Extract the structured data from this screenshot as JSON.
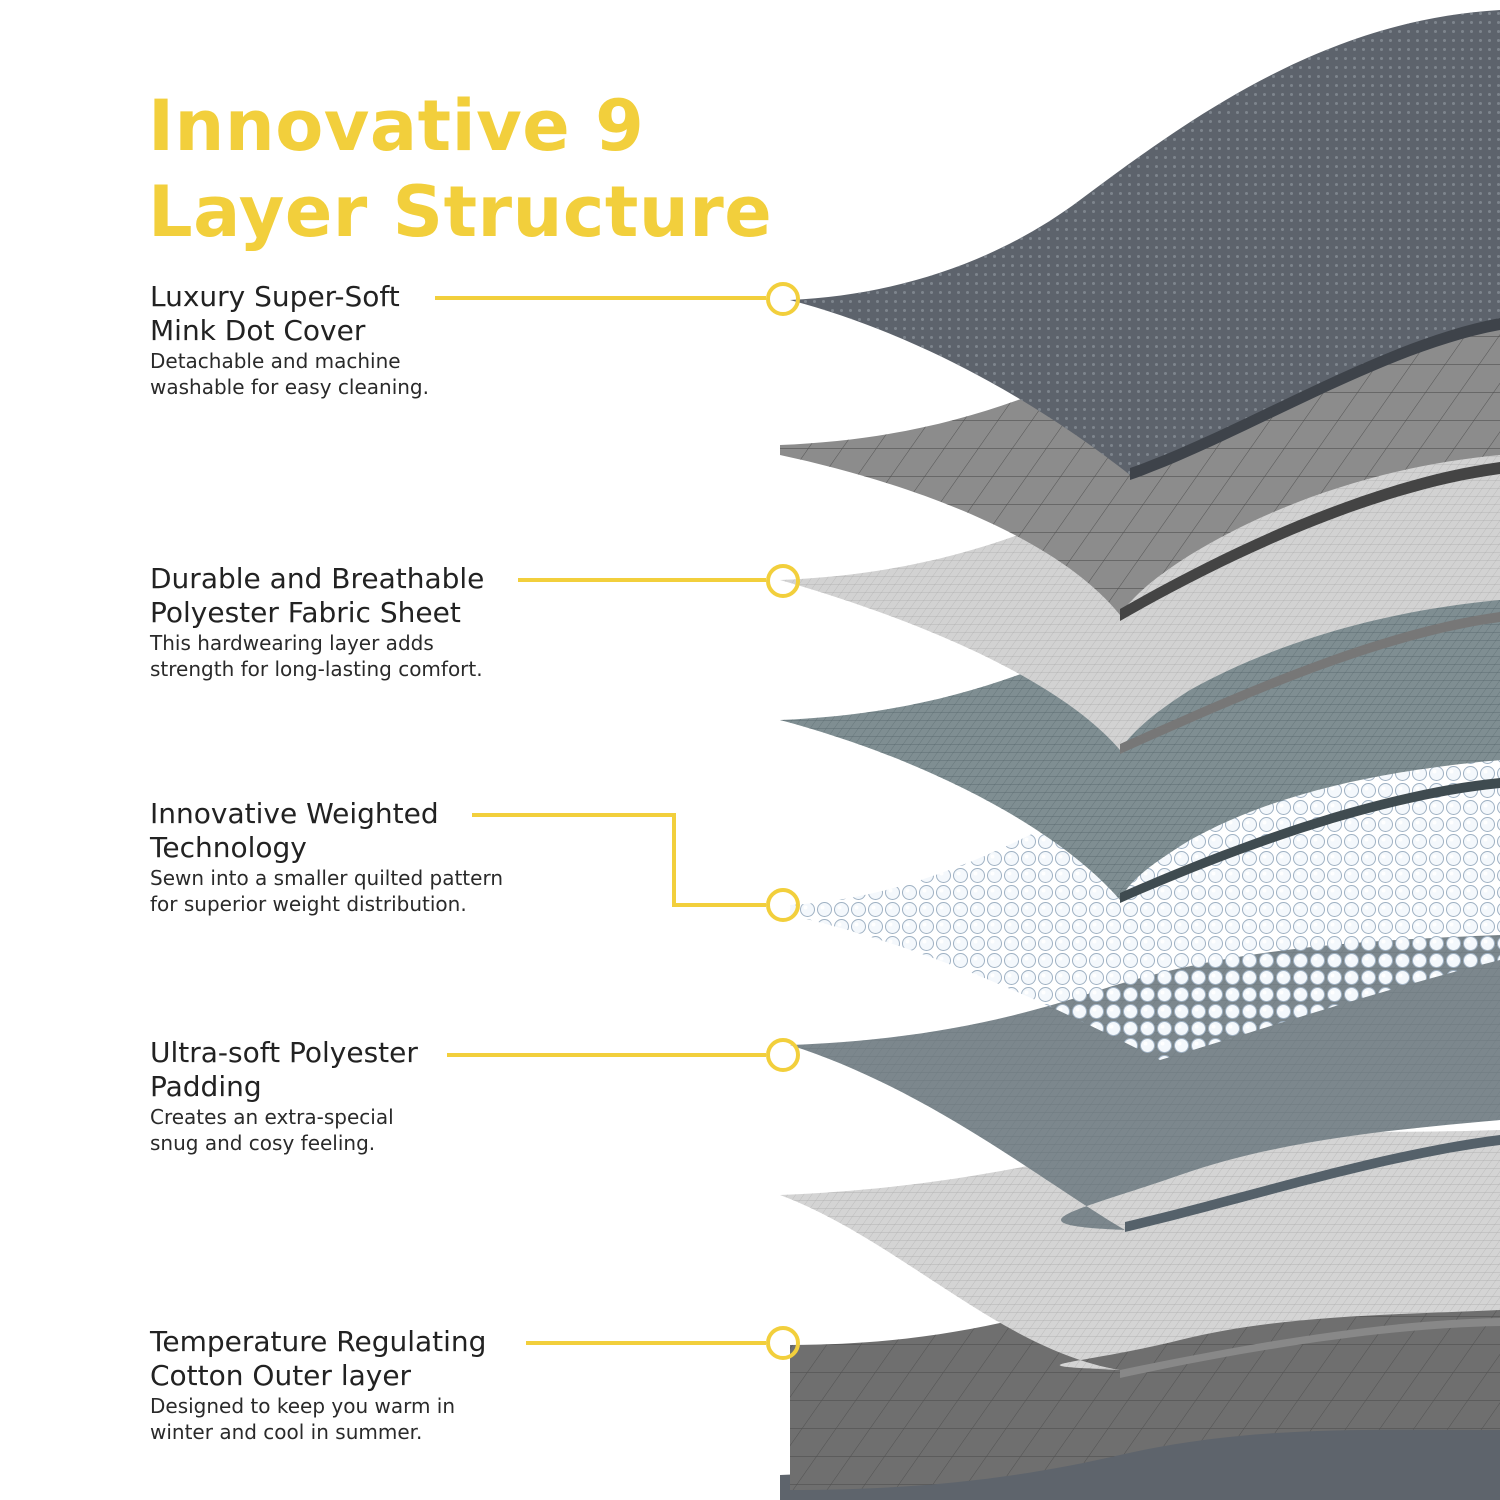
{
  "title": {
    "line1": "Innovative 9",
    "line2": "Layer Structure"
  },
  "features": [
    {
      "heading_l1": "Luxury Super-Soft",
      "heading_l2": "Mink Dot Cover",
      "desc_l1": "Detachable and machine",
      "desc_l2": "washable for easy cleaning."
    },
    {
      "heading_l1": "Durable and Breathable",
      "heading_l2": "Polyester Fabric Sheet",
      "desc_l1": "This hardwearing layer adds",
      "desc_l2": "strength for long-lasting comfort."
    },
    {
      "heading_l1": "Innovative Weighted",
      "heading_l2": "Technology",
      "desc_l1": "Sewn into a smaller quilted pattern",
      "desc_l2": "for superior weight distribution."
    },
    {
      "heading_l1": "Ultra-soft Polyester",
      "heading_l2": "Padding",
      "desc_l1": "Creates an extra-special",
      "desc_l2": "snug and cosy feeling."
    },
    {
      "heading_l1": "Temperature Regulating",
      "heading_l2": "Cotton Outer layer",
      "desc_l1": "Designed to keep you warm in",
      "desc_l2": "winter and cool in summer."
    }
  ],
  "colors": {
    "accent": "#f2cf3c",
    "heading_text": "#222222",
    "body_text": "#2a2a2a",
    "mink_dot_layer": "#5d636c",
    "grid_layer": "#8a8a8a",
    "light_fabric_layer": "#cfcfcf",
    "teal_fabric_layer": "#7a8a8e",
    "bead_layer": "#e8f0f7",
    "padding_layer": "#79858c",
    "outer_cotton_layer": "#666666"
  }
}
